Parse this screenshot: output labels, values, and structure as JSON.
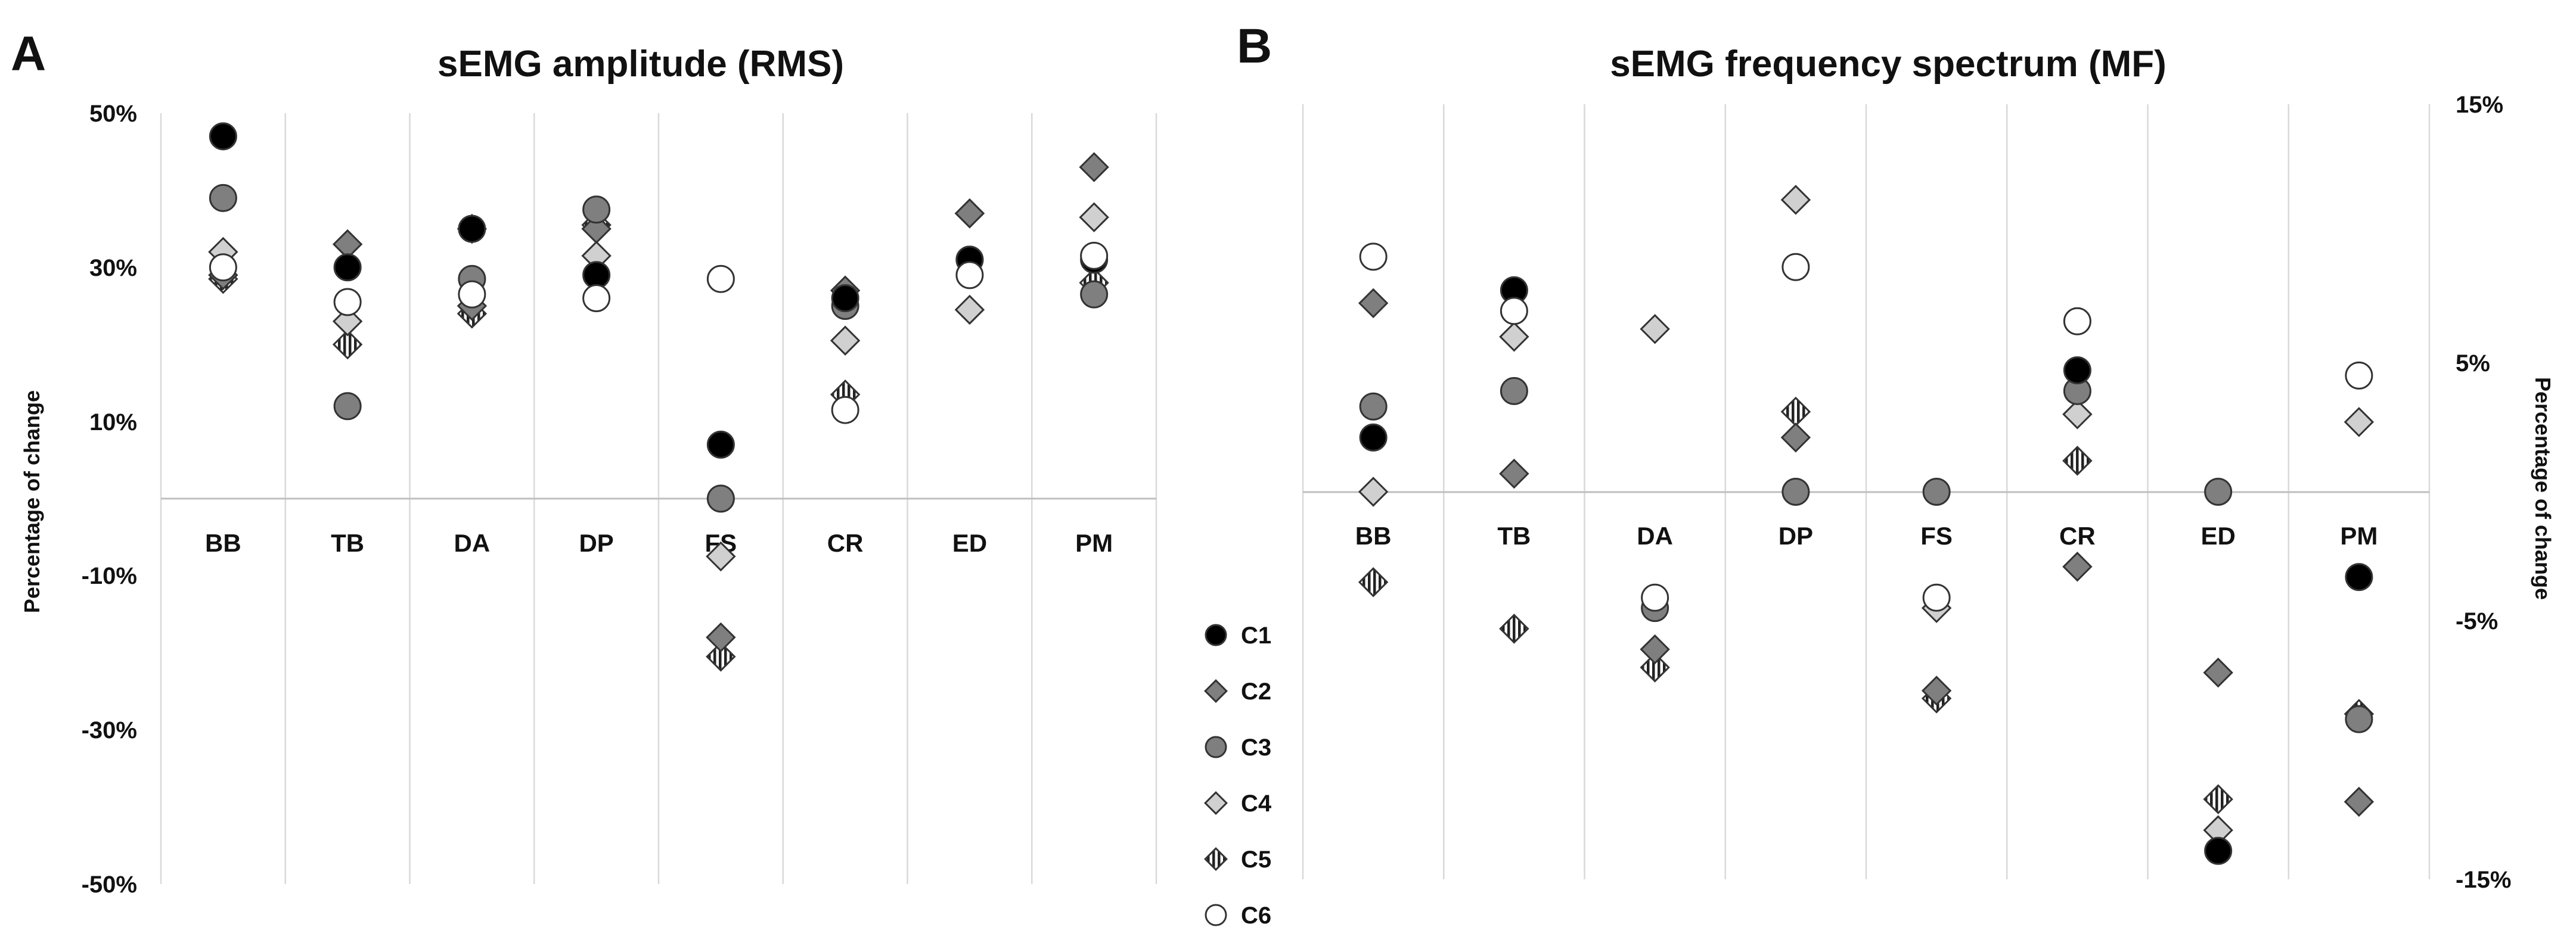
{
  "chart_data": [
    {
      "type": "scatter",
      "panel": "A",
      "title": "sEMG amplitude (RMS)",
      "ylabel": "Percentage of change",
      "ylim": [
        -0.5,
        0.5
      ],
      "yticks": [
        "50%",
        "30%",
        "10%",
        "-10%",
        "-30%",
        "-50%"
      ],
      "categories": [
        "BB",
        "TB",
        "DA",
        "DP",
        "FS",
        "CR",
        "ED",
        "PM"
      ],
      "grid": "vertical category separators",
      "series": [
        {
          "name": "C1",
          "values": [
            0.47,
            0.3,
            0.35,
            0.29,
            0.07,
            0.26,
            0.31,
            0.31
          ]
        },
        {
          "name": "C2",
          "values": [
            0.29,
            0.33,
            0.25,
            0.35,
            -0.18,
            0.27,
            0.37,
            0.43
          ]
        },
        {
          "name": "C3",
          "values": [
            0.39,
            0.12,
            0.285,
            0.375,
            0.0,
            0.25,
            0.31,
            0.265
          ]
        },
        {
          "name": "C4",
          "values": [
            0.32,
            0.23,
            0.35,
            0.315,
            -0.075,
            0.205,
            0.245,
            0.365
          ]
        },
        {
          "name": "C5",
          "values": [
            0.285,
            0.2,
            0.24,
            0.355,
            -0.205,
            0.135,
            0.37,
            0.28
          ]
        },
        {
          "name": "C6",
          "values": [
            0.3,
            0.255,
            0.265,
            0.26,
            0.285,
            0.115,
            0.29,
            0.315
          ]
        }
      ]
    },
    {
      "type": "scatter",
      "panel": "B",
      "title": "sEMG frequency spectrum (MF)",
      "ylabel": "Percentage of change",
      "ylim": [
        -0.15,
        0.15
      ],
      "yticks": [
        "15%",
        "5%",
        "-5%",
        "-15%"
      ],
      "categories": [
        "BB",
        "TB",
        "DA",
        "DP",
        "FS",
        "CR",
        "ED",
        "PM"
      ],
      "grid": "vertical category separators",
      "series": [
        {
          "name": "C1",
          "values": [
            0.021,
            0.078,
            null,
            null,
            null,
            0.047,
            -0.139,
            -0.033
          ]
        },
        {
          "name": "C2",
          "values": [
            0.073,
            0.007,
            -0.061,
            0.021,
            -0.077,
            -0.029,
            -0.07,
            -0.12
          ]
        },
        {
          "name": "C3",
          "values": [
            0.033,
            0.039,
            -0.045,
            0.0,
            0.0,
            0.039,
            0.0,
            -0.088
          ]
        },
        {
          "name": "C4",
          "values": [
            0.0,
            0.06,
            0.063,
            0.113,
            -0.045,
            0.03,
            -0.131,
            0.027
          ]
        },
        {
          "name": "C5",
          "values": [
            -0.035,
            -0.053,
            -0.068,
            0.031,
            -0.08,
            0.012,
            -0.119,
            -0.086
          ]
        },
        {
          "name": "C6",
          "values": [
            0.091,
            0.07,
            -0.041,
            0.087,
            -0.041,
            0.066,
            null,
            0.045
          ]
        }
      ]
    }
  ],
  "legend": {
    "entries": [
      "C1",
      "C2",
      "C3",
      "C4",
      "C5",
      "C6"
    ],
    "placement": "between panels, bottom"
  },
  "markers": {
    "C1": {
      "shape": "circle",
      "fill": "#000000"
    },
    "C2": {
      "shape": "diamond",
      "fill": "#7f7f7f"
    },
    "C3": {
      "shape": "circle",
      "fill": "#7f7f7f"
    },
    "C4": {
      "shape": "diamond",
      "fill": "#d0d0d0"
    },
    "C5": {
      "shape": "diamond",
      "fill": "striped"
    },
    "C6": {
      "shape": "circle",
      "fill": "#ffffff"
    }
  }
}
